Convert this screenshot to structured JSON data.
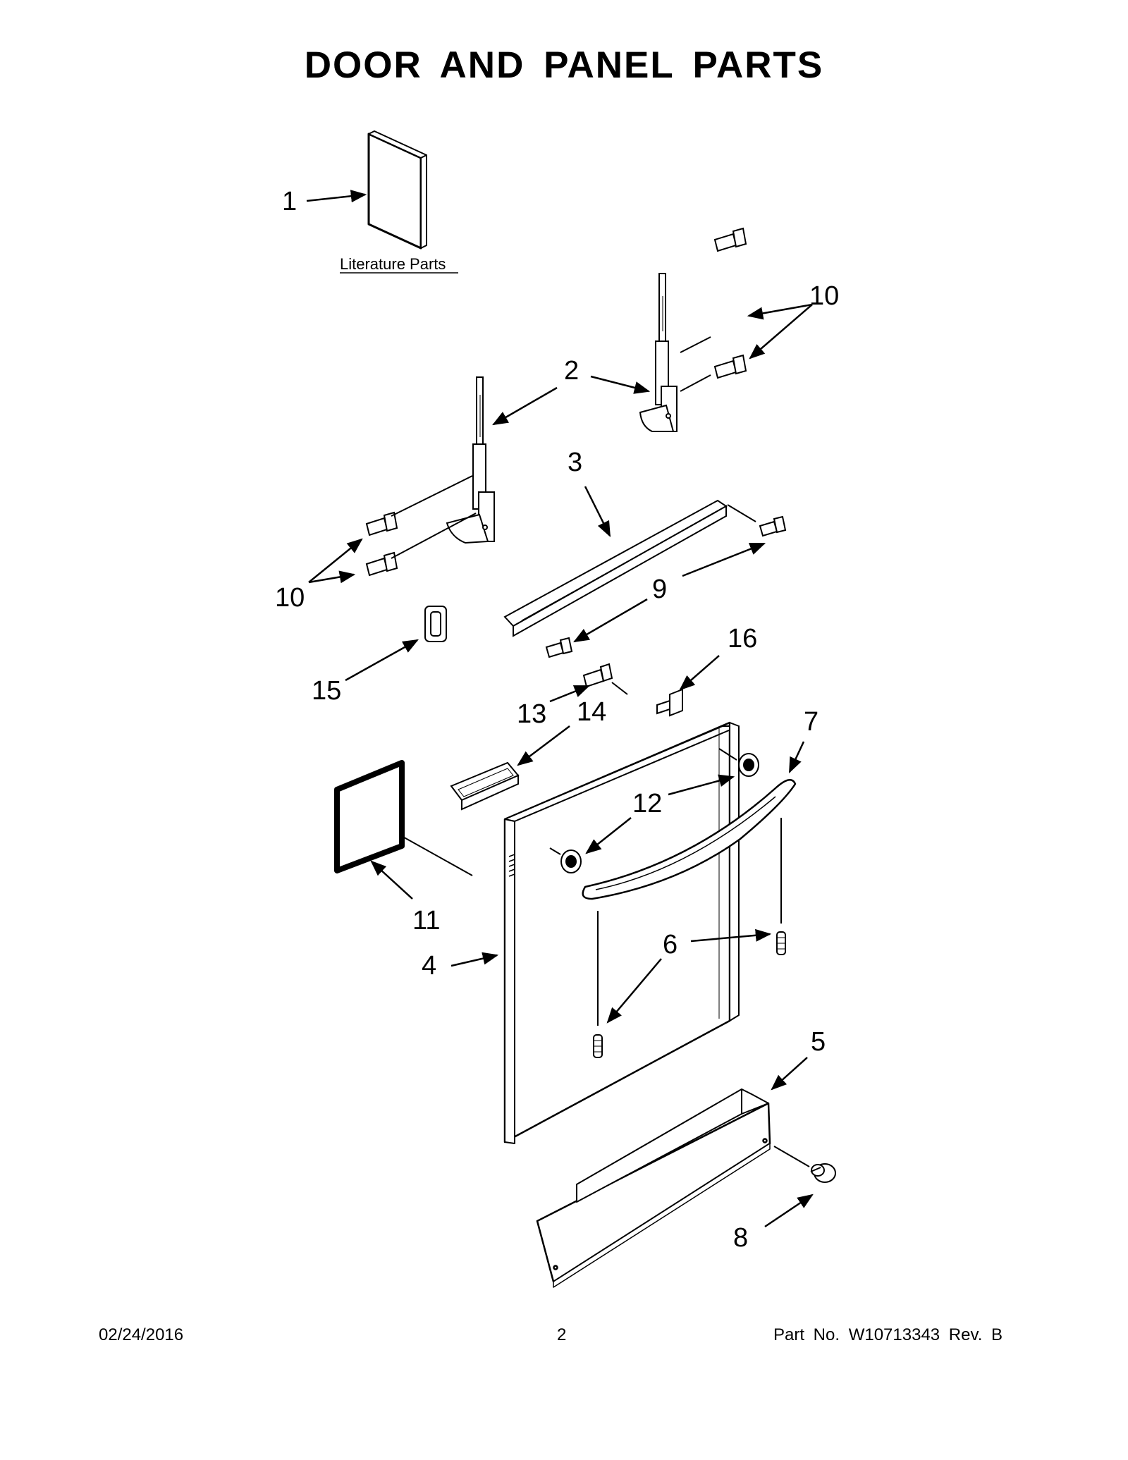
{
  "title": "DOOR AND PANEL PARTS",
  "literature_label": "Literature Parts",
  "callouts": {
    "c1": "1",
    "c2": "2",
    "c3": "3",
    "c4": "4",
    "c5": "5",
    "c6": "6",
    "c7": "7",
    "c8": "8",
    "c9": "9",
    "c10a": "10",
    "c10b": "10",
    "c11": "11",
    "c12": "12",
    "c13": "13",
    "c14": "14",
    "c15": "15",
    "c16": "16"
  },
  "footer": {
    "date": "02/24/2016",
    "page": "2",
    "part_info": "Part No.  W10713343  Rev.  B"
  }
}
